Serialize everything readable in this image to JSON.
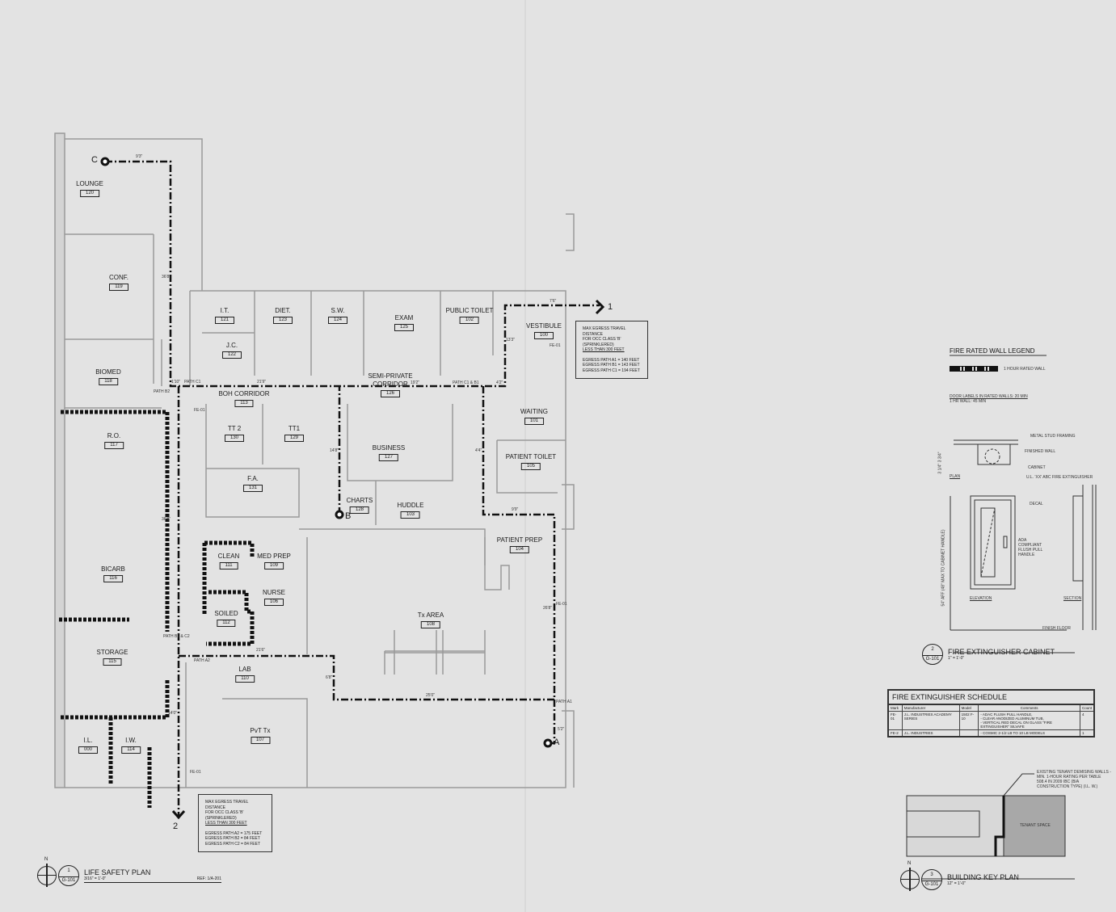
{
  "rooms": [
    {
      "name": "LOUNGE",
      "number": "120"
    },
    {
      "name": "CONF.",
      "number": "119"
    },
    {
      "name": "BIOMED",
      "number": "118"
    },
    {
      "name": "I.T.",
      "number": "121"
    },
    {
      "name": "J.C.",
      "number": "122"
    },
    {
      "name": "DIET.",
      "number": "123"
    },
    {
      "name": "S.W.",
      "number": "124"
    },
    {
      "name": "EXAM",
      "number": "125"
    },
    {
      "name": "PUBLIC TOILET",
      "number": "102"
    },
    {
      "name": "VESTIBULE",
      "number": "100"
    },
    {
      "name": "SEMI-PRIVATE CORRIDOR",
      "number": "126"
    },
    {
      "name": "BOH CORRIDOR",
      "number": "113"
    },
    {
      "name": "R.O.",
      "number": "117"
    },
    {
      "name": "TT 2",
      "number": "130"
    },
    {
      "name": "TT1",
      "number": "129"
    },
    {
      "name": "BUSINESS",
      "number": "127"
    },
    {
      "name": "WAITING",
      "number": "101"
    },
    {
      "name": "PATIENT TOILET",
      "number": "105"
    },
    {
      "name": "F.A.",
      "number": "131"
    },
    {
      "name": "CHARTS",
      "number": "128"
    },
    {
      "name": "HUDDLE",
      "number": "103"
    },
    {
      "name": "CLEAN",
      "number": "111"
    },
    {
      "name": "MED PREP",
      "number": "109"
    },
    {
      "name": "PATIENT PREP",
      "number": "104"
    },
    {
      "name": "BICARB",
      "number": "116"
    },
    {
      "name": "NURSE",
      "number": "106"
    },
    {
      "name": "SOILED",
      "number": "112"
    },
    {
      "name": "Tx AREA",
      "number": "108"
    },
    {
      "name": "STORAGE",
      "number": "115"
    },
    {
      "name": "LAB",
      "number": "110"
    },
    {
      "name": "PvT Tx",
      "number": "107"
    },
    {
      "name": "I.L.",
      "number": "000"
    },
    {
      "name": "I.W.",
      "number": "114"
    }
  ],
  "egress_points": {
    "a": "A",
    "b": "B",
    "c": "C",
    "exit1": "1",
    "exit2": "2"
  },
  "dimensions": [
    "9'3\"",
    "36'8\"",
    "1'10\"",
    "21'9\"",
    "19'2\"",
    "4'2\"",
    "7'6\"",
    "13'3\"",
    "14'8\"",
    "4'4\"",
    "9'9\"",
    "26'8\"",
    "21'6\"",
    "25'0\"",
    "6'8\"",
    "36'8\"",
    "14'0\"",
    "5'2\""
  ],
  "path_labels": [
    "PATH C1",
    "PATH B2",
    "PATH A1",
    "PATH A2",
    "PATH C1 & B1",
    "PATH B1 & C2"
  ],
  "note_exit1": {
    "lines": [
      "MAX EGRESS TRAVEL DISTANCE",
      "FOR OCC CLASS 'B' (SPRINKLERED)",
      "LESS THAN 300 FEET"
    ],
    "paths": [
      "EGRESS PATH A1 = 140 FEET",
      "EGRESS PATH B1 = 143 FEET",
      "EGRESS PATH C1 = 194 FEET"
    ]
  },
  "note_exit2": {
    "lines": [
      "MAX EGRESS TRAVEL DISTANCE",
      "FOR OCC CLASS 'B' (SPRINKLERED)",
      "LESS THAN 300 FEET"
    ],
    "paths": [
      "EGRESS PATH A2 = 175 FEET",
      "EGRESS PATH B2 = 84 FEET",
      "EGRESS PATH C2 = 84 FEET"
    ]
  },
  "fe_tags": [
    "FE-01",
    "FE-01",
    "FE-01",
    "FE-01"
  ],
  "life_safety": {
    "north": "N",
    "number": "1",
    "sheet": "G-101",
    "title": "LIFE SAFETY PLAN",
    "scale": "3/16\" = 1'-0\"",
    "ref": "REF: 1/A-201"
  },
  "legend": {
    "title": "FIRE RATED WALL LEGEND",
    "item": "1 HOUR RATED WALL",
    "note1": "DOOR LABELS IN RATED WALLS: 20 MIN",
    "note2": "1 HR WALL: 45 MIN"
  },
  "cabinet": {
    "callouts": [
      "METAL STUD FRAMING",
      "FINISHED WALL",
      "CABINET",
      "U.L. 'XX' ABC FIRE EXTINGUISHER",
      "DECAL",
      "ADA COMPLIANT FLUSH PULL HANDLE",
      "FINISH FLOOR"
    ],
    "plan_label": "PLAN",
    "plan_dim": "3 1/4\" 3 3/4\"",
    "elevation_label": "ELEVATION",
    "section_label": "SECTION",
    "height_dim": "54\" AFF (48\" MAX TO CABINET HANDLE)",
    "number": "2",
    "sheet": "G-101",
    "title": "FIRE EXTINGUISHER CABINET",
    "scale": "1\" = 1'-0\""
  },
  "schedule": {
    "title": "FIRE EXTINGUISHER SCHEDULE",
    "columns": [
      "Mark",
      "Manufacturer",
      "Model",
      "Comments",
      "Count"
    ],
    "rows": [
      {
        "mark": "FE-01",
        "manufacturer": "J.L. INDUSTRIES ACADEMY SERIES",
        "model": "1502 F-10",
        "comments": [
          "- ADAC FLUSH PULL HANDLE,",
          "- CLEAR ANODIZED ALUMINUM TUB,",
          "- VERTICAL RED DECAL ON GLASS \"FIRE EXTINGUISHER\" SILVAFE"
        ],
        "count": "4"
      },
      {
        "mark": "FE-2",
        "manufacturer": "J.L. INDUSTRIES",
        "model": "",
        "comments": [
          "- COSMIC 2-1/2 LB TO 10 LB MODELS"
        ],
        "count": "1"
      }
    ]
  },
  "key_plan": {
    "callout": [
      "EXISTING TENANT DEMISING WALLS -",
      "MIN. 1-HOUR RATING PER TABLE",
      "508.4 IN 2009 IBC (B/A",
      "CONSTRUCTION TYPE) (I.L. W.)"
    ],
    "tenant_label": "TENANT SPACE",
    "number": "3",
    "sheet": "G-101",
    "north": "N",
    "title": "BUILDING KEY PLAN",
    "scale": "12\" = 1'-0\""
  }
}
